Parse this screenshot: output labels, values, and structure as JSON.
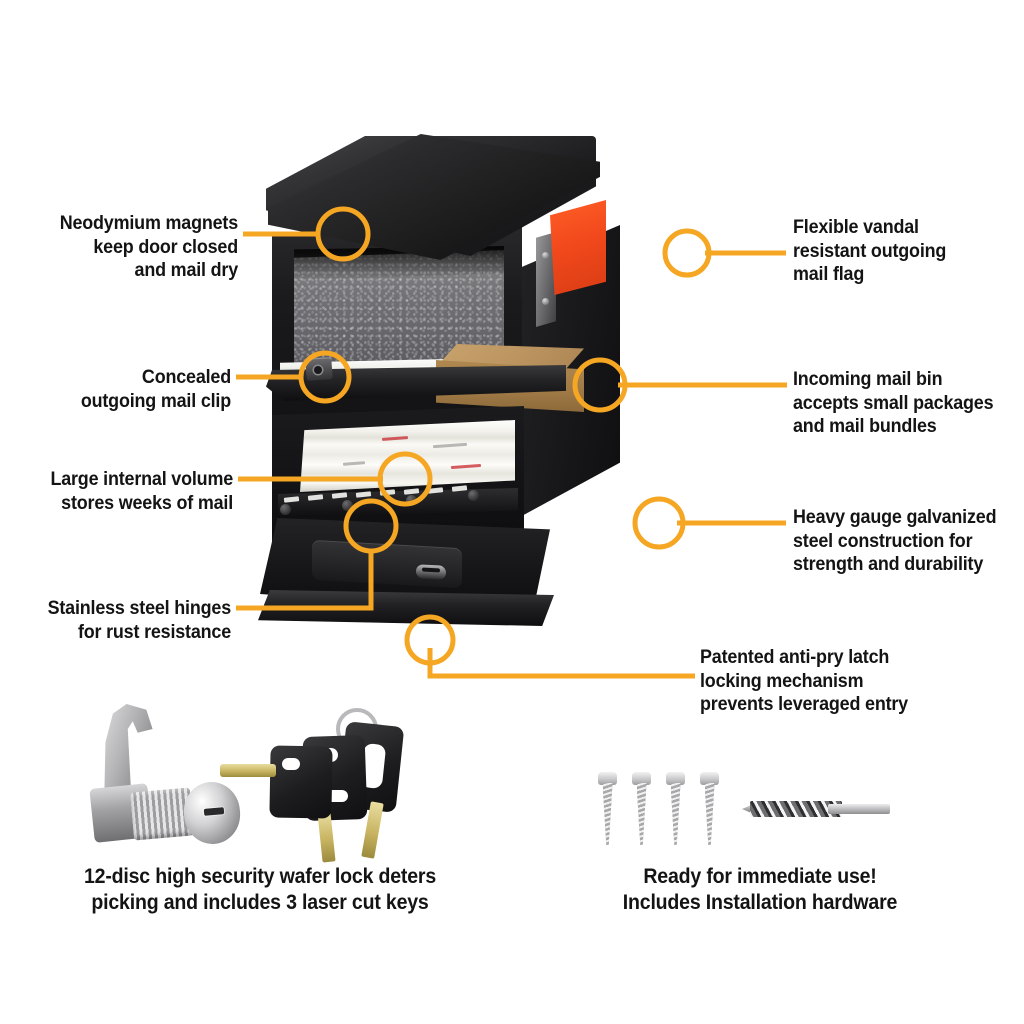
{
  "product": {
    "name": "security-mailbox",
    "description": "Black heavy gauge galvanized steel locking mailbox shown open with incoming mail bin, mail stack and orange outgoing mail flag"
  },
  "colors": {
    "accent": "#F5A623",
    "leader_line": "#F5A623",
    "text": "#141414",
    "background": "#FFFFFF",
    "flag": "#F2491C",
    "body": "#161618",
    "package": "#A87E47"
  },
  "callouts": [
    {
      "id": "neodymium-magnets",
      "side": "left",
      "text": "Neodymium magnets\nkeep door closed\nand mail dry"
    },
    {
      "id": "flexible-vandal-resistant-flag",
      "side": "right",
      "text": "Flexible vandal\nresistant outgoing\nmail flag"
    },
    {
      "id": "concealed-outgoing-mail-clip",
      "side": "left",
      "text": "Concealed\noutgoing mail clip"
    },
    {
      "id": "incoming-mail-bin",
      "side": "right",
      "text": "Incoming mail bin\naccepts small packages\nand mail bundles"
    },
    {
      "id": "large-internal-volume",
      "side": "left",
      "text": "Large internal volume\nstores weeks of mail"
    },
    {
      "id": "heavy-gauge-steel",
      "side": "right",
      "text": "Heavy gauge galvanized\nsteel construction for\nstrength and durability"
    },
    {
      "id": "stainless-steel-hinges",
      "side": "left",
      "text": "Stainless steel hinges\nfor rust resistance"
    },
    {
      "id": "anti-pry-latch",
      "side": "right",
      "text": "Patented anti-pry latch\nlocking mechanism\nprevents leveraged entry"
    }
  ],
  "captions": [
    {
      "id": "lock-and-keys",
      "text": "12-disc high security wafer lock deters\npicking and includes 3 laser cut keys"
    },
    {
      "id": "installation-hardware",
      "text": "Ready for immediate use!\nIncludes Installation hardware"
    }
  ],
  "artwork": {
    "lock": "cam-lock",
    "keys_count": 3,
    "screws_count": 4,
    "drill_bit": "masonry-drill-bit"
  }
}
